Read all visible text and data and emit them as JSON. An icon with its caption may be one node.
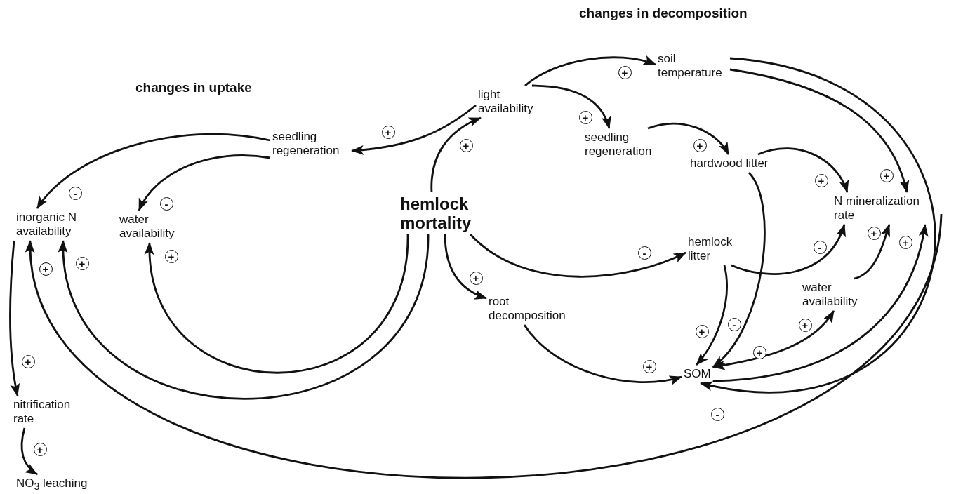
{
  "diagram": {
    "nodes": [
      {
        "text": [
          "seedling regeneration"
        ]
      },
      {
        "text": [
          "light availability"
        ]
      },
      {
        "text": [
          "soil temperature"
        ]
      },
      {
        "text": [
          "seedling regeneration"
        ]
      },
      {
        "text": [
          "hardwood litter"
        ]
      },
      {
        "text": [
          "inorganic N availability"
        ]
      },
      {
        "text": [
          "water availability"
        ]
      },
      {
        "text": [
          "hemlock mortality"
        ]
      },
      {
        "text": [
          "N mineralization rate"
        ]
      },
      {
        "text": [
          "hemlock litter"
        ]
      },
      {
        "text": [
          "root decomposition"
        ]
      },
      {
        "text": [
          "water availability"
        ]
      },
      {
        "text": [
          "SOM"
        ]
      },
      {
        "text": [
          "nitrification rate"
        ]
      },
      {
        "text": [
          "NO$_{3}$ leaching"
        ]
      }
    ],
    "edges": [
      {
        "from": 1,
        "to": 0,
        "arrow": "to",
        "label": "+"
      },
      {
        "from": 7,
        "to": 1,
        "arrow": "to",
        "label": "+"
      },
      {
        "from": 1,
        "to": 2,
        "arrow": "to",
        "label": "+"
      },
      {
        "from": 1,
        "to": 3,
        "arrow": "to",
        "label": "+"
      },
      {
        "from": 3,
        "to": 4,
        "arrow": "to",
        "label": "+"
      },
      {
        "from": 4,
        "to": 8,
        "arrow": "to",
        "label": "+"
      },
      {
        "from": 2,
        "to": 8,
        "arrow": "to",
        "label": "+"
      },
      {
        "from": 0,
        "to": 5,
        "arrow": "to",
        "label": "-"
      },
      {
        "from": 0,
        "to": 6,
        "arrow": "to",
        "label": "-"
      },
      {
        "from": 7,
        "to": 5,
        "arrow": "to",
        "label": "+"
      },
      {
        "from": 7,
        "to": 6,
        "arrow": "to",
        "label": "+"
      },
      {
        "from": 8,
        "to": 5,
        "arrow": "to",
        "label": "+"
      },
      {
        "from": 5,
        "to": 13,
        "arrow": "to",
        "label": "+"
      },
      {
        "from": 13,
        "to": 14,
        "arrow": "to",
        "label": "+"
      },
      {
        "from": 7,
        "to": 9,
        "arrow": "to",
        "label": "-"
      },
      {
        "from": 9,
        "to": 8,
        "arrow": "to",
        "label": "-"
      },
      {
        "from": 9,
        "to": 12,
        "arrow": "to",
        "label": "+"
      },
      {
        "from": 4,
        "to": 12,
        "arrow": "to",
        "label": "-"
      },
      {
        "from": 7,
        "to": 10,
        "arrow": "to",
        "label": "+"
      },
      {
        "from": 10,
        "to": 12,
        "arrow": "to",
        "label": "+"
      },
      {
        "from": 11,
        "to": 8,
        "arrow": "to",
        "label": "+"
      },
      {
        "from": 12,
        "to": 8,
        "arrow": "to",
        "label": "+"
      },
      {
        "from": 12,
        "to": 11,
        "arrow": "both",
        "label": "+"
      },
      {
        "from": 2,
        "to": 12,
        "arrow": "to",
        "label": "-"
      }
    ],
    "labels": [
      "changes in decomposition",
      "changes in uptake",
      "+"
    ]
  }
}
